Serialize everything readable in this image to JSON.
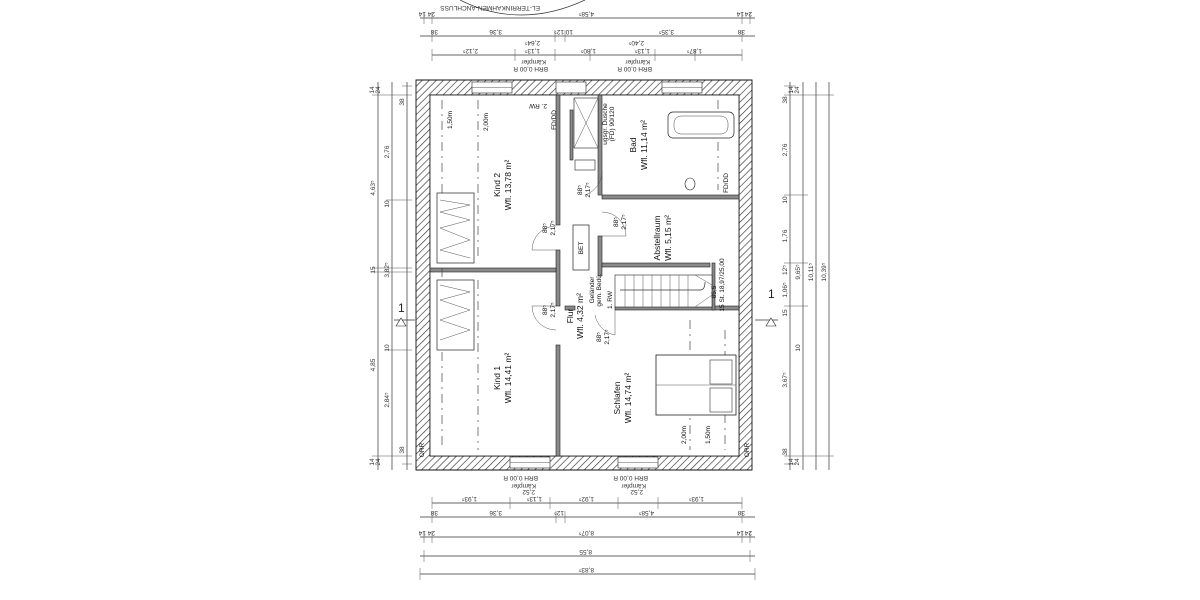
{
  "rooms": {
    "kind2": {
      "name": "Kind 2",
      "area": "Wfl. 13,78 m²",
      "slope_a": "1,50m",
      "slope_b": "2,00m"
    },
    "kind1": {
      "name": "Kind 1",
      "area": "Wfl. 14,41 m²"
    },
    "flur": {
      "name": "Flur",
      "area": "Wfl. 4,32 m²"
    },
    "bad": {
      "name": "Bad",
      "area": "Wfl. 11,14 m²"
    },
    "abstellraum": {
      "name": "Abstellraum",
      "area": "Wfl. 5,15 m²"
    },
    "schlafen": {
      "name": "Schlafen",
      "area": "Wfl. 14,74 m²",
      "slope_a": "2,00m",
      "slope_b": "1,50m"
    }
  },
  "labels": {
    "rw2": "2. RW",
    "fd_dd_top": "FD/DD",
    "fd_dd_bath": "FD/DD",
    "upper_shower": "ugsgr. Dusche",
    "shower_size": "(FD) 90/120",
    "bet": "BET",
    "gelander_line1": "Geländer",
    "gelander_line2": "gem. Bedü.",
    "rw1": "1. RW",
    "stair_info": "15 St. 18,97/25,00",
    "stair_cut": "85,5",
    "brh_top_left": "BRH 0,00 R",
    "kampfer_top_left": "Kämpfer",
    "brh_top_right": "BRH 0,00 R",
    "kampfer_top_right": "Kämpfer",
    "brh_bottom_left": "BRH 0,00 R",
    "kampfer_bottom_left": "Kämpfer",
    "brh_bottom_right": "BRH 0,00 R",
    "kampfer_bottom_right": "Kämpfer",
    "orr_left": "ORR",
    "orr_right": "ORR",
    "section_left": "1",
    "section_right": "1"
  },
  "doors": [
    {
      "width": "88⁵",
      "height": "2,17⁵"
    },
    {
      "width": "88⁵",
      "height": "2,17⁵"
    },
    {
      "width": "88⁵",
      "height": "2,17⁵"
    },
    {
      "width": "88⁵",
      "height": "2,17⁵"
    },
    {
      "width": "88⁵",
      "height": "2,17⁵"
    }
  ],
  "dims_top": {
    "row1": [
      "14",
      "24",
      "4,58⁵",
      "14",
      "24"
    ],
    "row2": [
      "38",
      "3,36",
      "12⁵",
      "10",
      "3,35⁵",
      "38"
    ],
    "row3": [
      "2,12⁵",
      "1,13⁵",
      "2,64⁵",
      "1,80⁵",
      "1,13⁵",
      "2,40⁵",
      "1,87⁵"
    ]
  },
  "dims_bottom": {
    "row1": [
      "1,93⁵",
      "2,52",
      "1,13⁵",
      "1,92⁵",
      "2,52",
      "1,93⁵"
    ],
    "row2": [
      "38",
      "3,36",
      "12⁵",
      "4,58⁵",
      "38"
    ],
    "row3": [
      "14",
      "24",
      "8,07⁵",
      "14",
      "24"
    ],
    "row4": [
      "8,55"
    ],
    "row5": [
      "8,83⁵"
    ]
  },
  "dims_left": [
    "14",
    "24",
    "38",
    "2,76",
    "4,63⁵",
    "10",
    "15",
    "3,82⁵",
    "10",
    "4,85",
    "2,84⁵",
    "38",
    "14",
    "24"
  ],
  "dims_right": [
    "38",
    "14",
    "24",
    "2,76",
    "10",
    "1,76",
    "12⁵",
    "1,06⁵",
    "15",
    "9,65⁵",
    "10,11⁵",
    "10,39⁵",
    "3,67⁵",
    "10",
    "38",
    "14",
    "24"
  ]
}
